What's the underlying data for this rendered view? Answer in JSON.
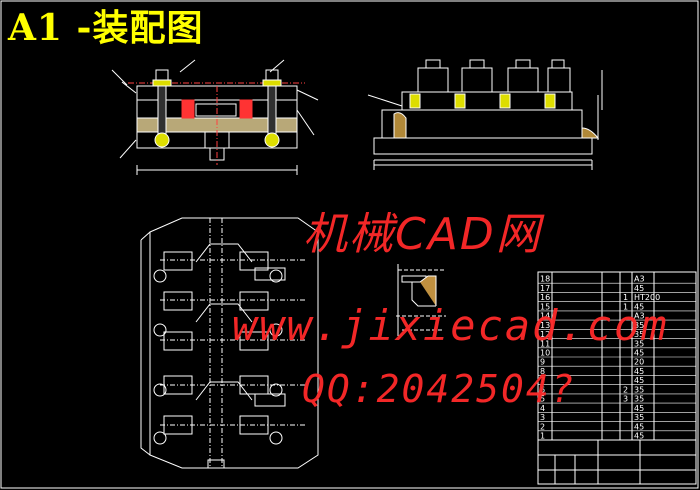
{
  "drawing": {
    "title": "A1 -装配图",
    "watermark_site_cn": "机械CAD网",
    "watermark_site_url": "www.jixiecad.com",
    "watermark_qq": "QQ:2042504?"
  },
  "bom": {
    "rows": [
      {
        "no": "18",
        "qty": "",
        "mat": "A3"
      },
      {
        "no": "17",
        "qty": "",
        "mat": "45"
      },
      {
        "no": "16",
        "qty": "1",
        "mat": "HT200"
      },
      {
        "no": "15",
        "qty": "1",
        "mat": "45"
      },
      {
        "no": "14",
        "qty": "",
        "mat": "A3"
      },
      {
        "no": "13",
        "qty": "",
        "mat": "35"
      },
      {
        "no": "12",
        "qty": "",
        "mat": "35"
      },
      {
        "no": "11",
        "qty": "",
        "mat": "35"
      },
      {
        "no": "10",
        "qty": "",
        "mat": "45"
      },
      {
        "no": "9",
        "qty": "",
        "mat": "20"
      },
      {
        "no": "8",
        "qty": "",
        "mat": "45"
      },
      {
        "no": "7",
        "qty": "",
        "mat": "45"
      },
      {
        "no": "6",
        "qty": "2",
        "mat": "35"
      },
      {
        "no": "5",
        "qty": "3",
        "mat": "35"
      },
      {
        "no": "4",
        "qty": "",
        "mat": "45"
      },
      {
        "no": "3",
        "qty": "",
        "mat": "35"
      },
      {
        "no": "2",
        "qty": "",
        "mat": "45"
      },
      {
        "no": "1",
        "qty": "",
        "mat": "45"
      }
    ]
  }
}
